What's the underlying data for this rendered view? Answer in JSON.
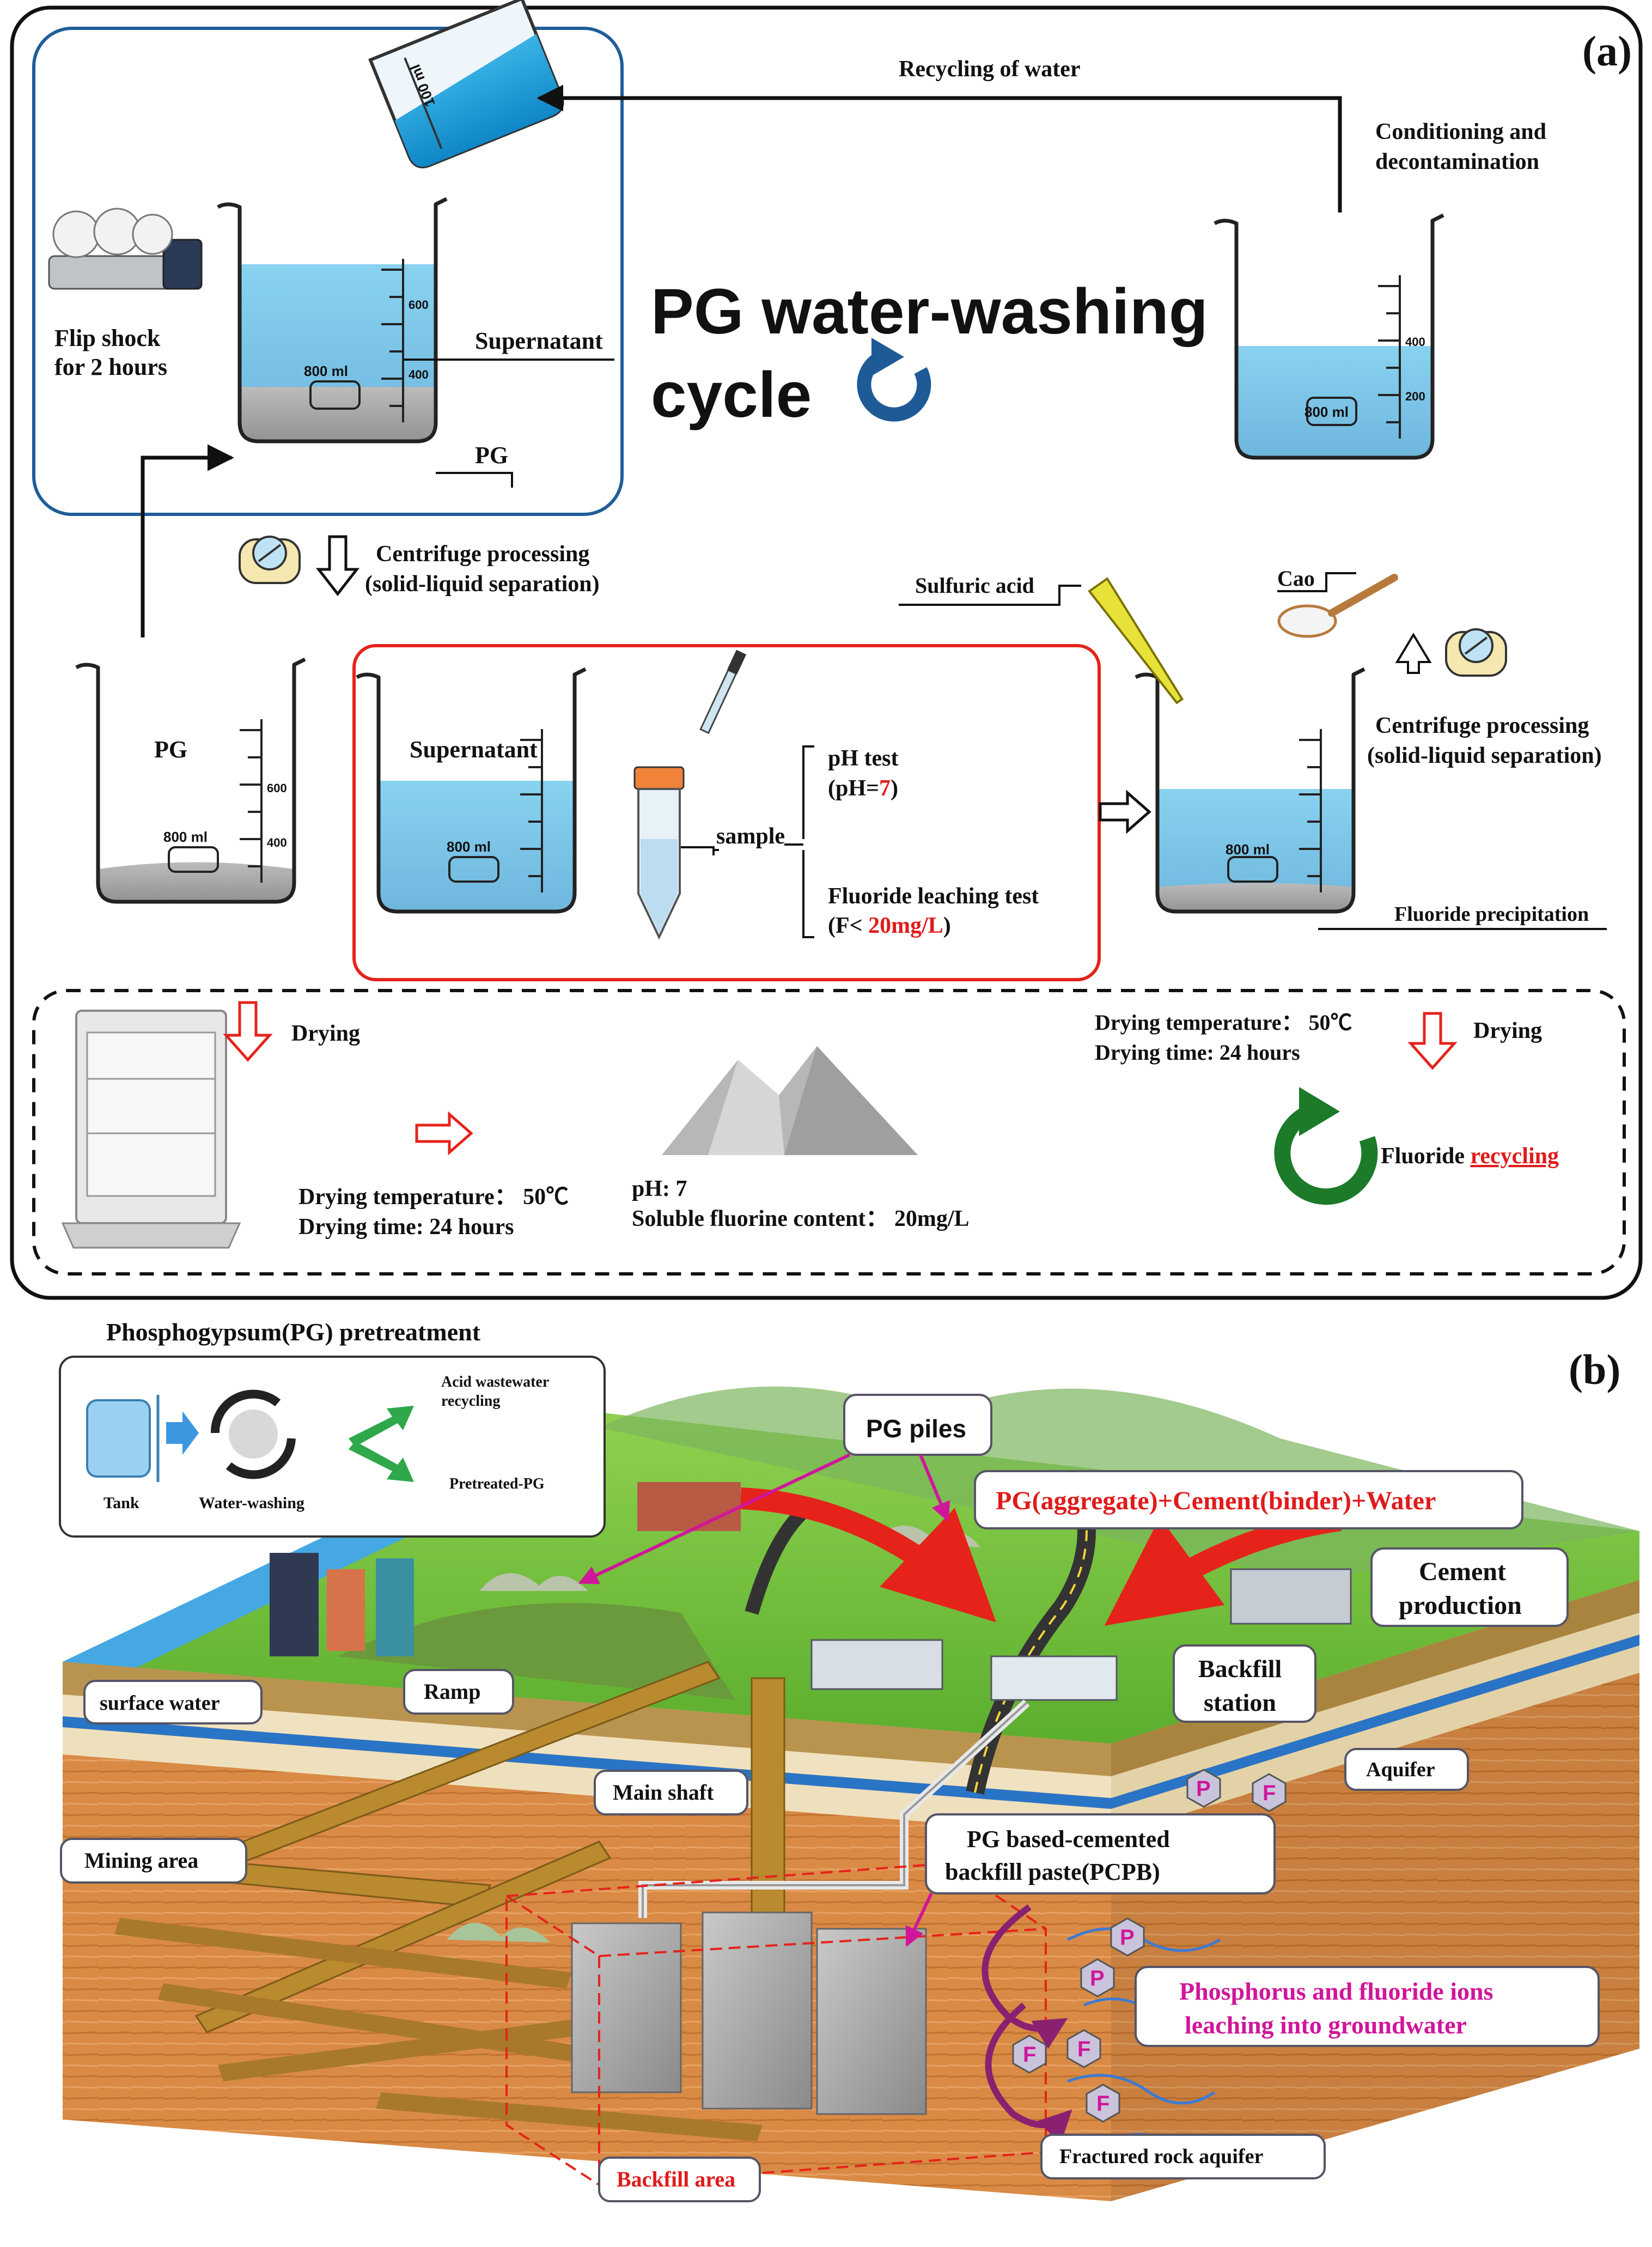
{
  "panel_a": {
    "label": "(a)",
    "title_line1": "PG water-washing",
    "title_line2": "cycle",
    "recycling_water": "Recycling of water",
    "conditioning_line1": "Conditioning and",
    "conditioning_line2": "decontamination",
    "flip_shock_line1": "Flip shock",
    "flip_shock_line2": "for 2 hours",
    "supernatant": "Supernatant",
    "pg": "PG",
    "centrifuge_line1": "Centrifuge processing",
    "centrifuge_line2": "(solid-liquid separation)",
    "sulfuric_acid": "Sulfuric acid",
    "cao": "Cao",
    "sample": "sample",
    "ph_test": "pH test",
    "ph_value_prefix": "(pH=",
    "ph_value": "7",
    "ph_value_suffix": ")",
    "fluoride_test": "Fluoride leaching test",
    "fluoride_prefix": "(F< ",
    "fluoride_value": "20mg/L",
    "fluoride_suffix": ")",
    "fluoride_precipitation": "Fluoride precipitation",
    "drying": "Drying",
    "drying_temp": "Drying temperature： 50℃",
    "drying_time": "Drying time:  24 hours",
    "ph_result": "pH: 7",
    "soluble_fluorine": "Soluble fluorine content： 20mg/L",
    "fluoride_recycling_prefix": "Fluoride ",
    "fluoride_recycling_word": "recycling",
    "beaker_volume": "800 ml",
    "cylinder_volume": "100 ml",
    "tick_600": "600",
    "tick_400": "400",
    "tick_200": "200"
  },
  "panel_b": {
    "label": "(b)",
    "pretreatment_title": "Phosphogypsum(PG) pretreatment",
    "tank": "Tank",
    "water_washing": "Water-washing",
    "acid_line1": "Acid wastewater",
    "acid_line2": "recycling",
    "pretreated": "Pretreated-PG",
    "pg_piles": "PG piles",
    "mix": "PG(aggregate)+Cement(binder)+Water",
    "cement_line1": "Cement",
    "cement_line2": "production",
    "backfill_station_line1": "Backfill",
    "backfill_station_line2": "station",
    "surface_water": "surface water",
    "ramp": "Ramp",
    "main_shaft": "Main shaft",
    "aquifer": "Aquifer",
    "mining_area": "Mining area",
    "pcpb_line1": "PG based-cemented",
    "pcpb_line2": "backfill paste(PCPB)",
    "leach_line1": "Phosphorus and fluoride ions",
    "leach_line2": "leaching into groundwater",
    "backfill_area": "Backfill area",
    "fractured": "Fractured rock aquifer",
    "ion_p": "P",
    "ion_f": "F"
  }
}
